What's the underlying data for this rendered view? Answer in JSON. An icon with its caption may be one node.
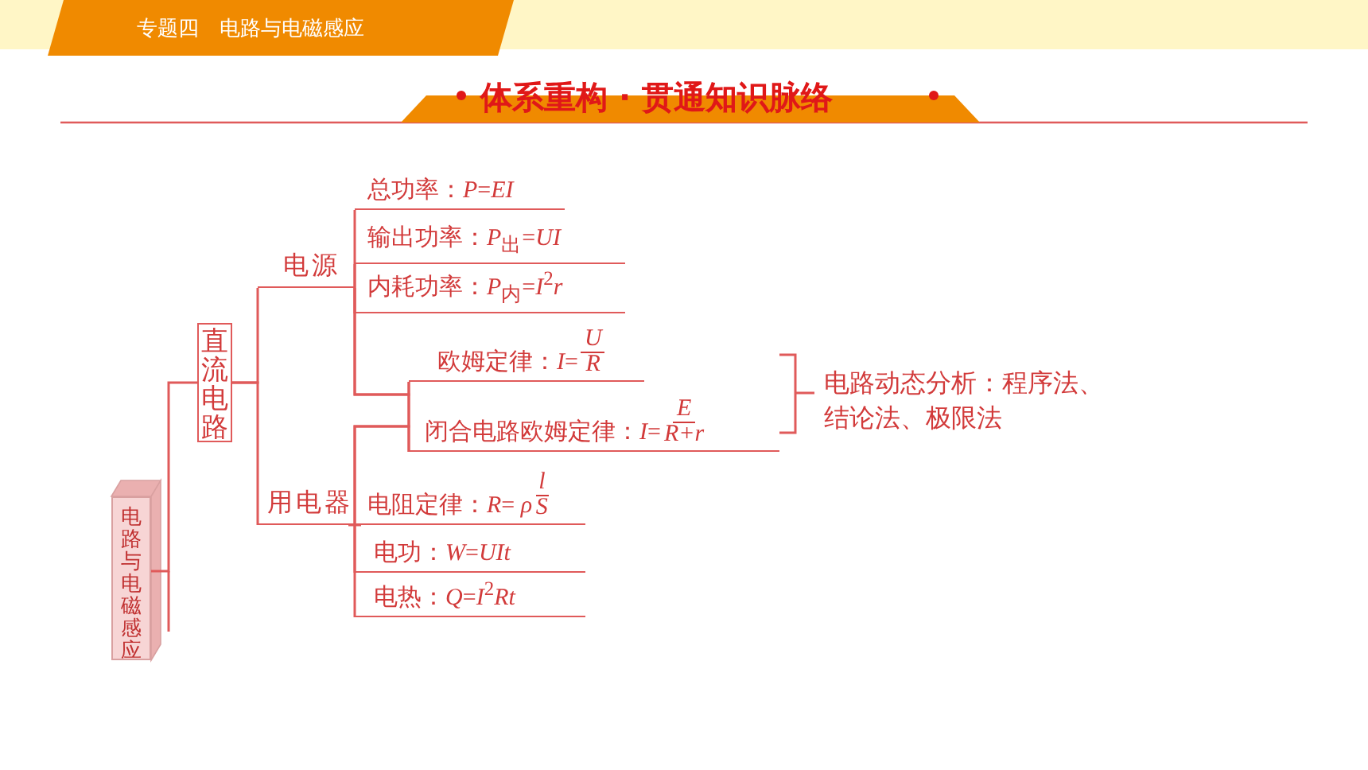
{
  "diagram": {
    "title": "体系重构 · 贯通知识脉络",
    "nodes": [
      {
        "text": [
          "电路与电磁感应"
        ]
      },
      {
        "text": [
          "直流电路"
        ]
      },
      {
        "text": [
          "电源"
        ]
      },
      {
        "text": [
          "用电器"
        ]
      },
      {
        "text": [
          "总功率：*P*=*EI*"
        ]
      },
      {
        "text": [
          "输出功率：*P*$_{出}$=*UI*"
        ]
      },
      {
        "text": [
          "内耗功率：*P*$_{内}$=*I*$^{2}$*r*"
        ]
      },
      {
        "text": [
          "欧姆定律：*I*=",
          "U",
          "R"
        ]
      },
      {
        "text": [
          "闭合电路欧姆定律：*I*=",
          "E",
          "R+r"
        ]
      },
      {
        "text": [
          "电阻定律：*R*= *ρ*",
          "l",
          "S"
        ]
      },
      {
        "text": [
          "电功：*W*=*UIt*"
        ]
      },
      {
        "text": [
          "电热：*Q*=*I*$^{2}$*Rt*"
        ]
      }
    ],
    "edges": [
      {
        "from": 0,
        "to": 1,
        "arrow": "none"
      },
      {
        "from": 1,
        "to": 2,
        "arrow": "none"
      },
      {
        "from": 1,
        "to": 3,
        "arrow": "none"
      },
      {
        "from": 2,
        "to": 4,
        "arrow": "none"
      },
      {
        "from": 2,
        "to": 5,
        "arrow": "none"
      },
      {
        "from": 2,
        "to": 6,
        "arrow": "none"
      },
      {
        "from": 2,
        "to": 7,
        "arrow": "none"
      },
      {
        "from": 2,
        "to": 8,
        "arrow": "none"
      },
      {
        "from": 3,
        "to": 7,
        "arrow": "none"
      },
      {
        "from": 3,
        "to": 8,
        "arrow": "none"
      },
      {
        "from": 3,
        "to": 9,
        "arrow": "none"
      },
      {
        "from": 3,
        "to": 10,
        "arrow": "none"
      },
      {
        "from": 3,
        "to": 11,
        "arrow": "none"
      }
    ],
    "labels": [
      "专题四　电路与电磁感应",
      "电路动态分析：程序法、结论法、极限法"
    ]
  }
}
